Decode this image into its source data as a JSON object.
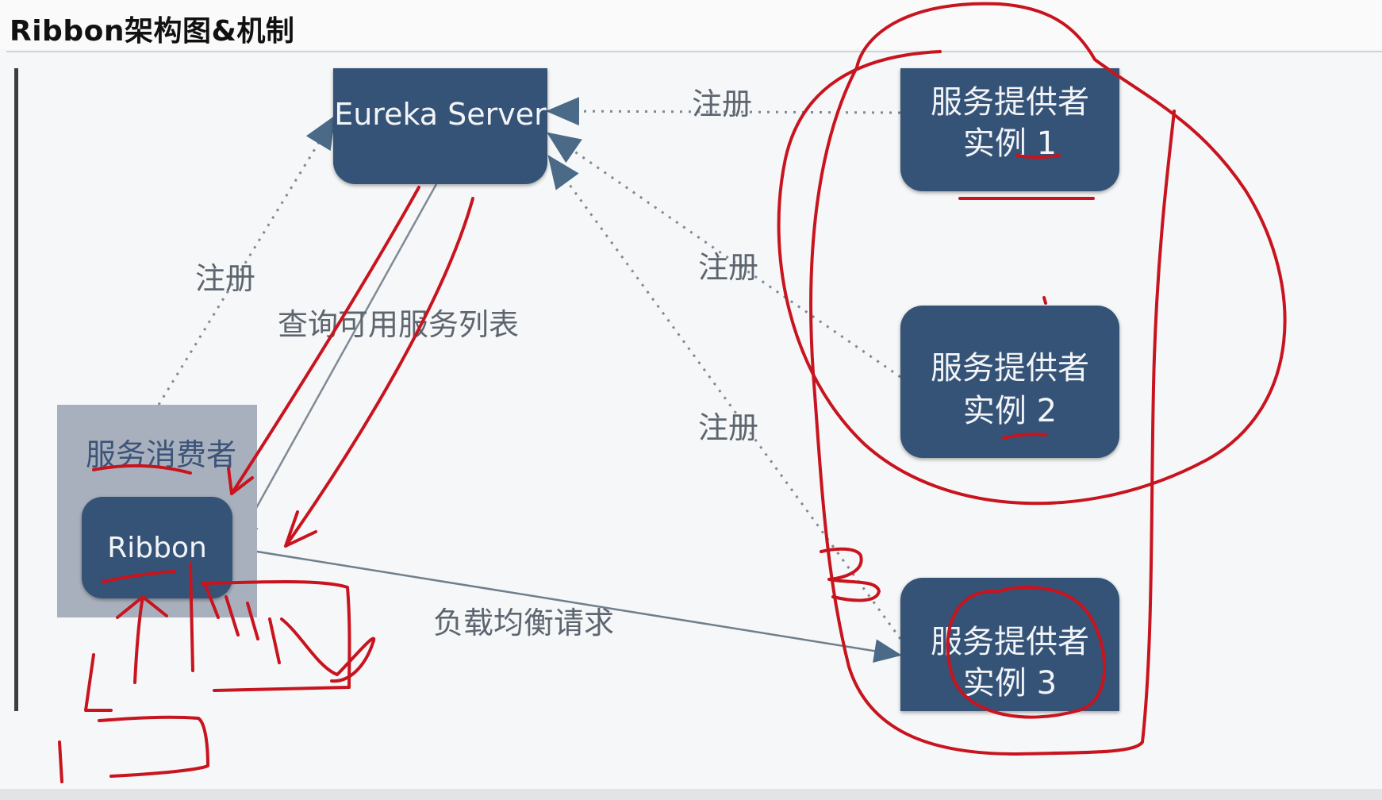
{
  "title": "Ribbon架构图&机制",
  "nodes": {
    "eureka": "Eureka Server",
    "consumer_group": "服务消费者",
    "ribbon": "Ribbon",
    "provider1": {
      "line1": "服务提供者",
      "line2": "实例 1"
    },
    "provider2": {
      "line1": "服务提供者",
      "line2": "实例 2"
    },
    "provider3": {
      "line1": "服务提供者",
      "line2": "实例 3"
    }
  },
  "edges": {
    "register_provider1": "注册",
    "register_provider2": "注册",
    "register_provider3": "注册",
    "register_consumer": "注册",
    "query_list": "查询可用服务列表",
    "load_balance": "负载均衡请求"
  },
  "colors": {
    "node_fill": "#355377",
    "consumer_group_fill": "#a9b0bd",
    "annotation": "#c8141e",
    "connector": "#7f8a95"
  }
}
